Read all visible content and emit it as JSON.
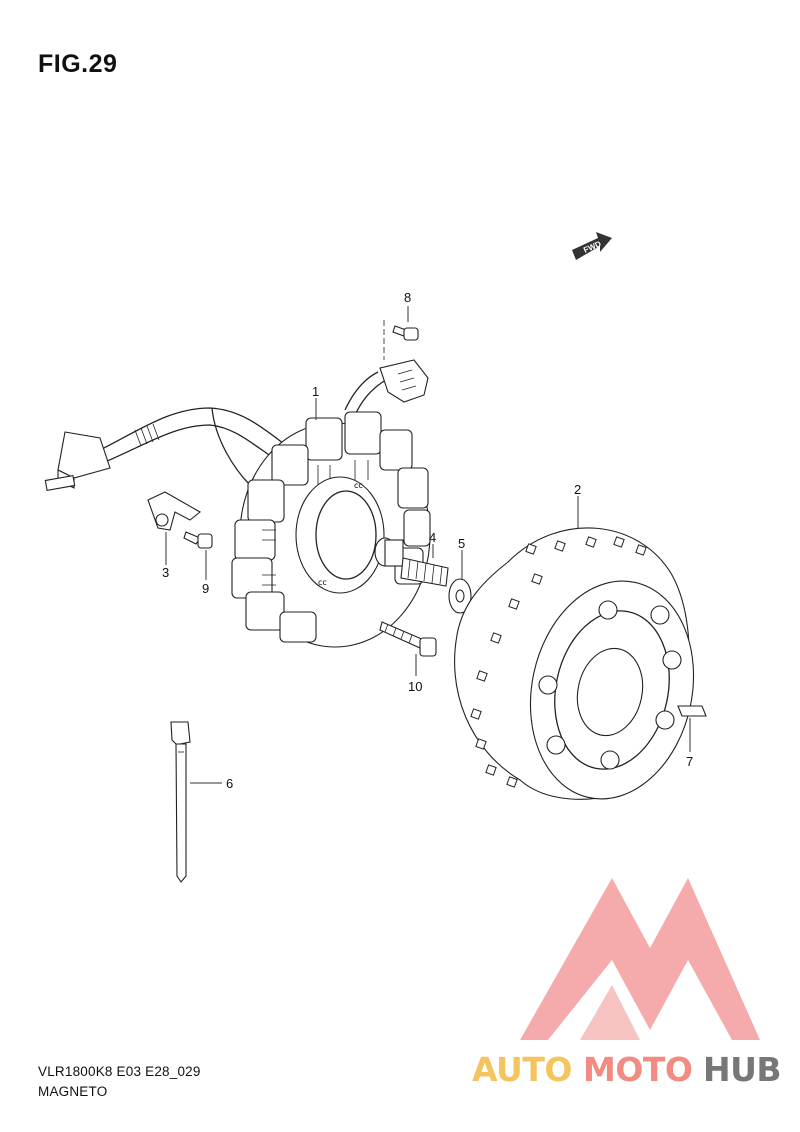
{
  "figure": {
    "title": "FIG.29",
    "footer_code": "VLR1800K8 E03 E28_029",
    "footer_name": "MAGNETO"
  },
  "orientation_badge": {
    "label": "FWD"
  },
  "callouts": [
    "1",
    "2",
    "3",
    "4",
    "5",
    "6",
    "7",
    "8",
    "9",
    "10"
  ],
  "watermark": {
    "part1": "AUTO",
    "part2": "MOTO",
    "part3": "HUB",
    "colors": {
      "auto": "#f5c45e",
      "moto": "#f28b82",
      "hub": "#777777",
      "logo": "#f4a3a3"
    }
  }
}
